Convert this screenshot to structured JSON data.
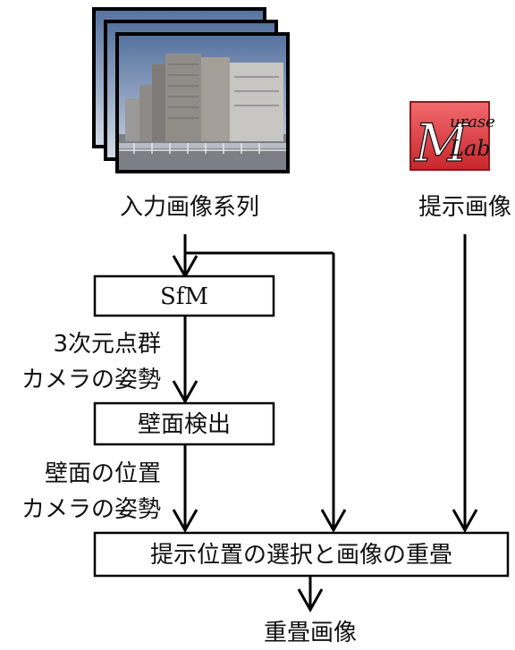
{
  "input_label": "入力画像系列",
  "overlay_label": "提示画像",
  "logo": {
    "text_main": "M",
    "text_sup": "urase",
    "text_sub": "Lab",
    "bg_color": "#e0393f"
  },
  "boxes": {
    "sfm": "SfM",
    "wall_detect": "壁面検出",
    "select_overlay": "提示位置の選択と画像の重畳"
  },
  "edge_labels": {
    "sfm_out_1": "3次元点群",
    "sfm_out_2": "カメラの姿勢",
    "wall_out_1": "壁面の位置",
    "wall_out_2": "カメラの姿勢"
  },
  "output_label": "重畳画像",
  "colors": {
    "sky_top": "#5d7aa8",
    "sky_bottom": "#c9d3e2",
    "building": "#8a8a8a"
  }
}
